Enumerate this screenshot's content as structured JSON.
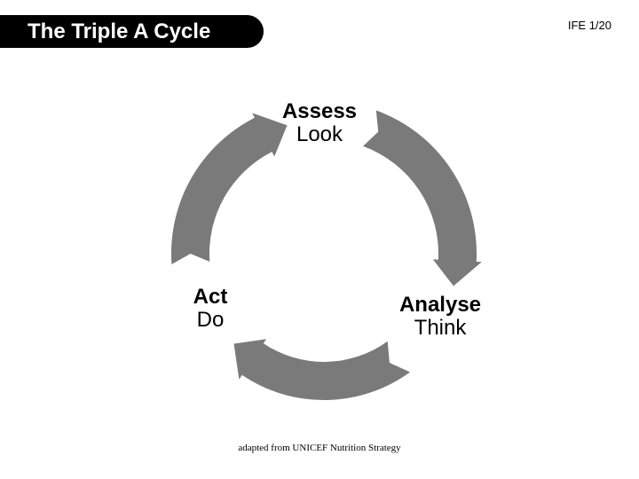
{
  "header": {
    "title": "The Triple A Cycle",
    "slide_code": "IFE 1/20",
    "banner_color": "#000000",
    "background_color": "#ffffff"
  },
  "diagram": {
    "name": "Triple A Cycle",
    "type": "cycle",
    "flow_direction": "clockwise",
    "arrow_color": "#7a7a7a",
    "nodes": [
      {
        "label": "Assess",
        "sublabel": "Look",
        "position": "top"
      },
      {
        "label": "Analyse",
        "sublabel": "Think",
        "position": "bottom-right"
      },
      {
        "label": "Act",
        "sublabel": "Do",
        "position": "bottom-left"
      }
    ]
  },
  "footer": {
    "caption": "adapted from UNICEF Nutrition Strategy"
  }
}
